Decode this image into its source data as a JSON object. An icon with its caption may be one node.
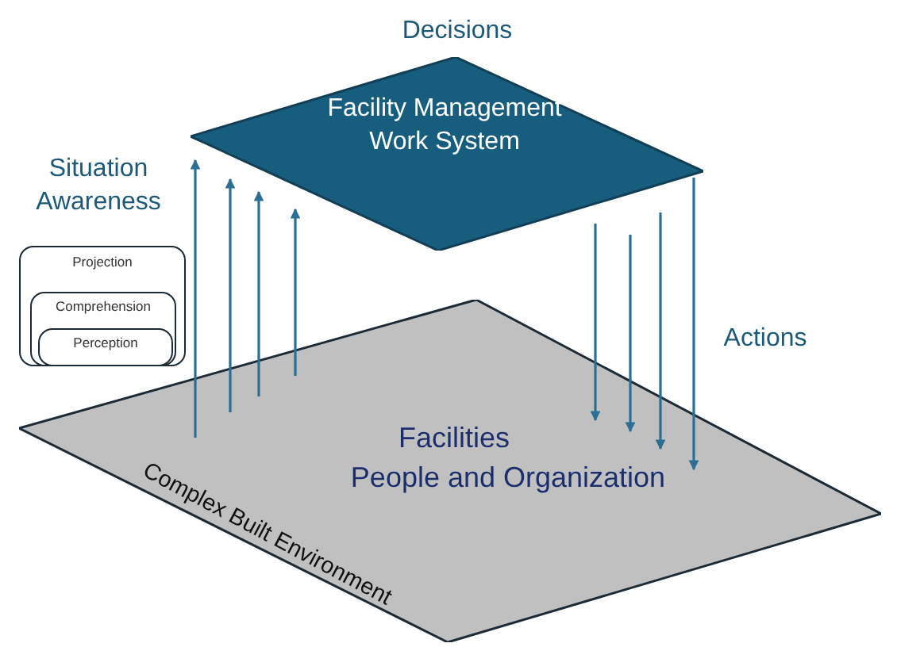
{
  "diagram": {
    "nodes": [
      {
        "text": [
          "Facility Management Work System"
        ],
        "beside": [
          "Decisions"
        ]
      },
      {
        "text": [
          "Facilities",
          "People and Organization",
          "Complex Built Environment"
        ]
      },
      {
        "text": [
          "Projection"
        ]
      },
      {
        "text": [
          "Comprehension"
        ],
        "in": 2
      },
      {
        "text": [
          "Perception"
        ],
        "in": 3
      }
    ],
    "edges": [
      {
        "from": 1,
        "to": 0,
        "arrow": "to"
      },
      {
        "from": 1,
        "to": 0,
        "arrow": "to"
      },
      {
        "from": 1,
        "to": 0,
        "arrow": "to"
      },
      {
        "from": 1,
        "to": 0,
        "arrow": "to"
      },
      {
        "from": 0,
        "to": 1,
        "arrow": "to"
      },
      {
        "from": 0,
        "to": 1,
        "arrow": "to"
      },
      {
        "from": 0,
        "to": 1,
        "arrow": "to"
      },
      {
        "from": 0,
        "to": 1,
        "arrow": "to"
      }
    ],
    "labels": [
      "Situation Awareness",
      "Actions"
    ]
  }
}
